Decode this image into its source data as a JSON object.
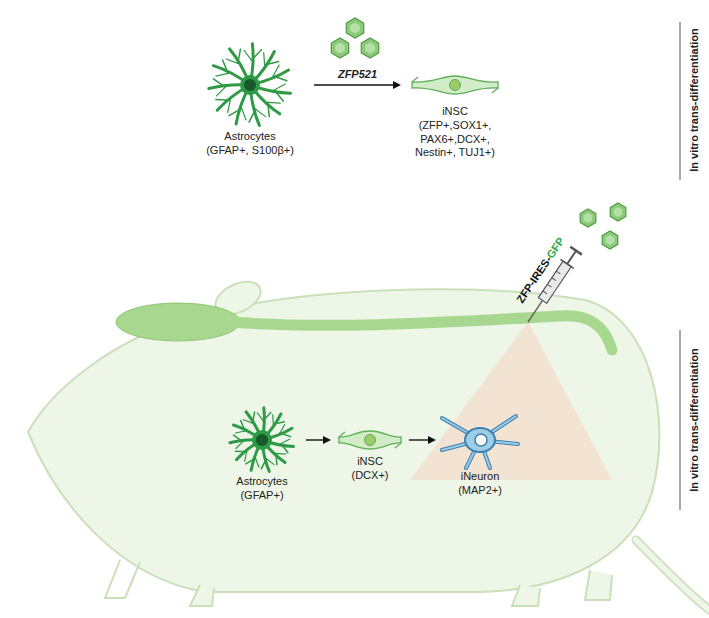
{
  "diagram": {
    "nodes": [
      {
        "text": [
          "Astrocytes",
          "(GFAP+, S100β+)"
        ]
      },
      {
        "text": [
          "iNSC",
          "(ZFP+,SOX1+, PAX6+,DCX+, Nestin+, TUJ1+)"
        ]
      },
      {
        "text": [
          "Astrocytes",
          "(GFAP+)"
        ]
      },
      {
        "text": [
          "iNSC",
          "(DCX+)"
        ]
      },
      {
        "text": [
          "iNeuron",
          "(MAP2+)"
        ]
      }
    ],
    "edges": [
      {
        "from": 0,
        "to": 1,
        "arrow": "to",
        "label": "ZFP521"
      },
      {
        "from": 2,
        "to": 3,
        "arrow": "to"
      },
      {
        "from": 3,
        "to": 4,
        "arrow": "to"
      }
    ],
    "labels": [
      "In vitro trans-differentiation",
      "ZFP-IRES-",
      "GFP",
      "In vitro trans-differentiation"
    ]
  }
}
